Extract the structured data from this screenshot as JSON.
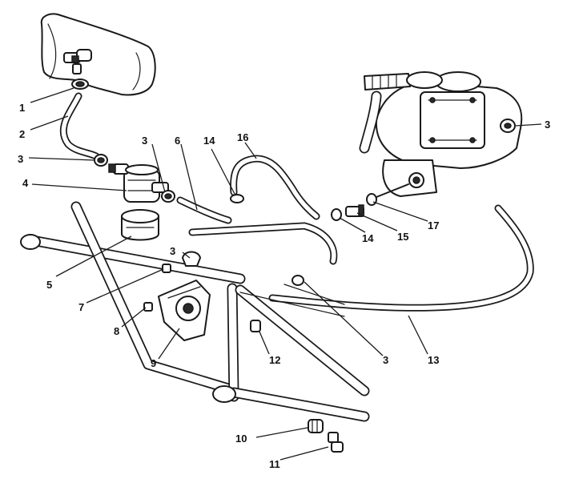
{
  "callouts": {
    "c1": "1",
    "c2": "2",
    "c3a": "3",
    "c3b": "3",
    "c3c": "3",
    "c3d": "3",
    "c3e": "3",
    "c4": "4",
    "c5": "5",
    "c6": "6",
    "c7": "7",
    "c8": "8",
    "c9": "9",
    "c10": "10",
    "c11": "11",
    "c12": "12",
    "c13": "13",
    "c14a": "14",
    "c14b": "14",
    "c15": "15",
    "c16": "16",
    "c17": "17"
  },
  "colors": {
    "ink": "#1a1a1a",
    "paper": "#ffffff"
  }
}
